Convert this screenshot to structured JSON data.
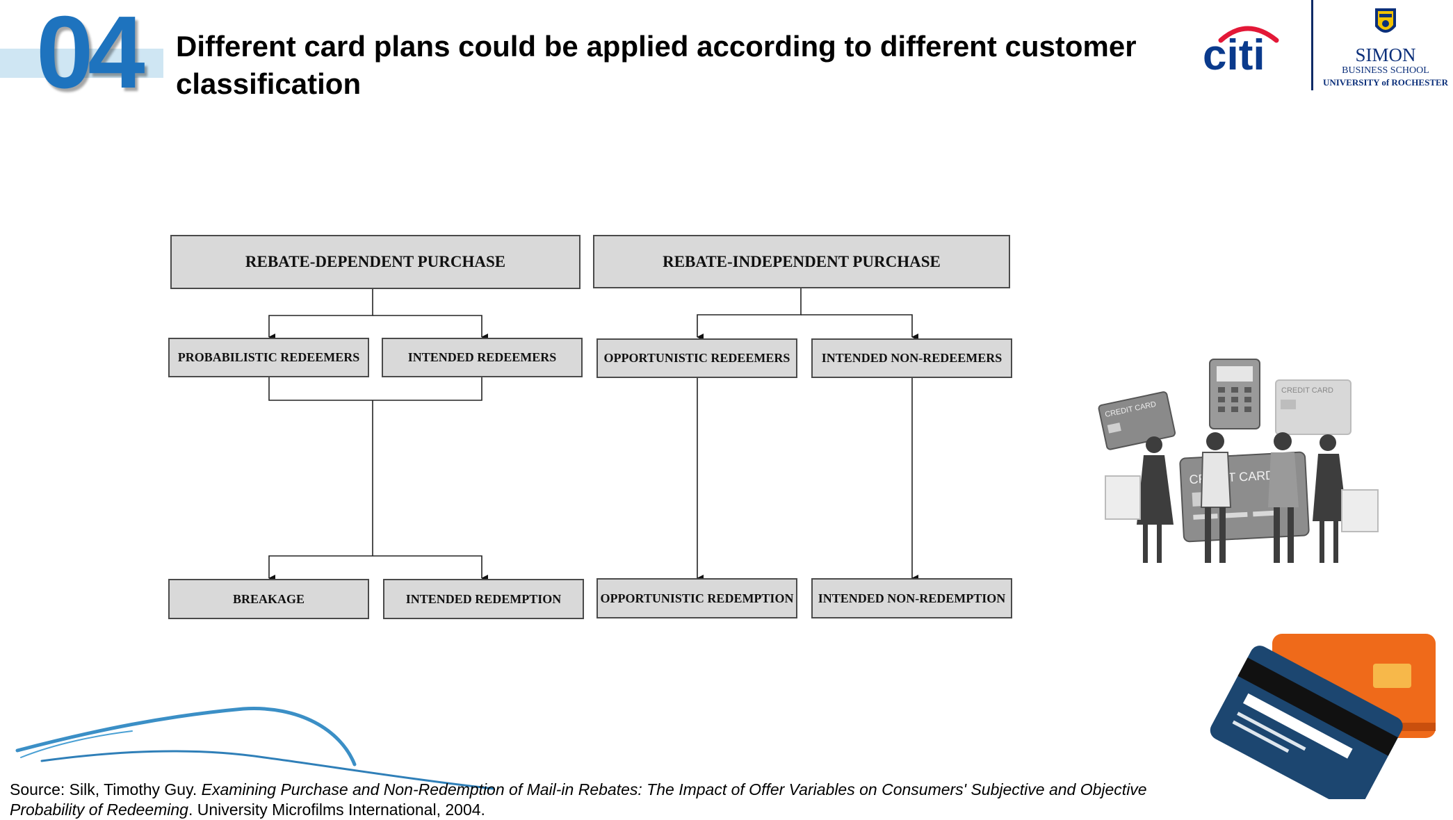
{
  "header": {
    "section_number": "04",
    "title": "Different card plans could be applied according to different customer classification"
  },
  "logos": {
    "citi": "citi",
    "simon_name": "SIMON",
    "simon_school": "BUSINESS SCHOOL",
    "university": "UNIVERSITY of ROCHESTER"
  },
  "diagram": {
    "roots": [
      "REBATE-DEPENDENT PURCHASE",
      "REBATE-INDEPENDENT PURCHASE"
    ],
    "middle": [
      "PROBABILISTIC REDEEMERS",
      "INTENDED REDEEMERS",
      "OPPORTUNISTIC REDEEMERS",
      "INTENDED NON-REDEEMERS"
    ],
    "outcomes": [
      "BREAKAGE",
      "INTENDED REDEMPTION",
      "OPPORTUNISTIC REDEMPTION",
      "INTENDED NON-REDEMPTION"
    ]
  },
  "illustration": {
    "card_label_small_1": "CREDIT CARD",
    "card_label_small_2": "CREDIT CARD",
    "card_label_big": "CREDIT CARD"
  },
  "source": {
    "prefix": "Source: Silk, Timothy Guy. ",
    "title": "Examining Purchase and Non-Redemption of Mail-in Rebates: The Impact of Offer Variables on Consumers' Subjective and Objective Probability of Redeeming",
    "suffix": ". University Microfilms International, 2004."
  },
  "colors": {
    "accent_blue": "#1e73be",
    "band": "#cfe6f3",
    "node_fill": "#d9d9d9",
    "navy": "#0b2f7a",
    "citi_red": "#e31837"
  }
}
